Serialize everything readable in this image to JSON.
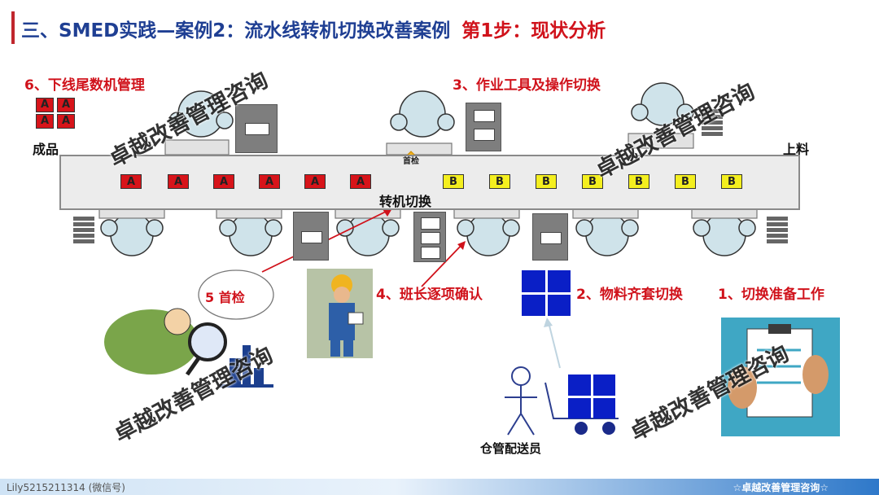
{
  "title": {
    "main": "三、SMED实践—案例2：流水线转机切换改善案例",
    "step": "第1步：现状分析"
  },
  "labels": {
    "end_count": "6、下线尾数机管理",
    "tools": "3、作业工具及操作切换",
    "finished": "成品",
    "loading": "上料",
    "changeover": "转机切换",
    "first_check": "首检",
    "first_check_bubble": "5  首检",
    "leader_confirm": "4、班长逐项确认",
    "material": "2、物料齐套切换",
    "prep": "1、切换准备工作",
    "warehouse": "仓管配送员"
  },
  "tags": {
    "a": "A",
    "b": "B"
  },
  "watermark": "卓越改善管理咨询",
  "footer": {
    "left": "Lily5215211314 (微信号)",
    "right": "☆卓越改善管理咨询☆"
  },
  "colors": {
    "title_blue": "#1f3f93",
    "accent_red": "#d0121b",
    "tag_a": "#d7141a",
    "tag_b": "#f4ef1f",
    "bin_blue": "#0a1fc6"
  }
}
